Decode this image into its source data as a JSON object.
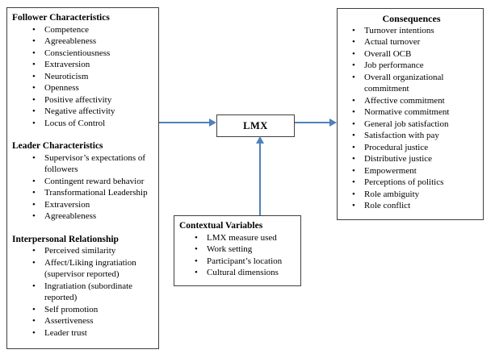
{
  "colors": {
    "arrow_blue": "#4f81bd",
    "box_border": "#3f3f3f",
    "text": "#000000",
    "page_bg": "#ffffff"
  },
  "left_box": {
    "sections": [
      {
        "title": "Follower Characteristics",
        "items": [
          "Competence",
          "Agreeableness",
          "Conscientiousness",
          "Extraversion",
          "Neuroticism",
          "Openness",
          "Positive affectivity",
          "Negative affectivity",
          "Locus of Control"
        ]
      },
      {
        "title": "Leader Characteristics",
        "items": [
          "Supervisor’s expectations of followers",
          "Contingent reward behavior",
          "Transformational Leadership",
          "Extraversion",
          "Agreeableness"
        ]
      },
      {
        "title": "Interpersonal Relationship",
        "items": [
          "Perceived similarity",
          "Affect/Liking ingratiation (supervisor reported)",
          "Ingratiation (subordinate reported)",
          "Self promotion",
          "Assertiveness",
          "Leader trust"
        ]
      }
    ]
  },
  "lmx_box": {
    "label": "LMX"
  },
  "contextual_box": {
    "title": "Contextual Variables",
    "items": [
      "LMX measure used",
      "Work setting",
      "Participant’s location",
      "Cultural dimensions"
    ]
  },
  "consequences_box": {
    "title": "Consequences",
    "items": [
      "Turnover intentions",
      "Actual turnover",
      "Overall OCB",
      "Job performance",
      "Overall organizational commitment",
      "Affective commitment",
      "Normative commitment",
      "General job satisfaction",
      "Satisfaction with pay",
      "Procedural justice",
      "Distributive justice",
      "Empowerment",
      "Perceptions of politics",
      "Role ambiguity",
      "Role conflict"
    ]
  }
}
